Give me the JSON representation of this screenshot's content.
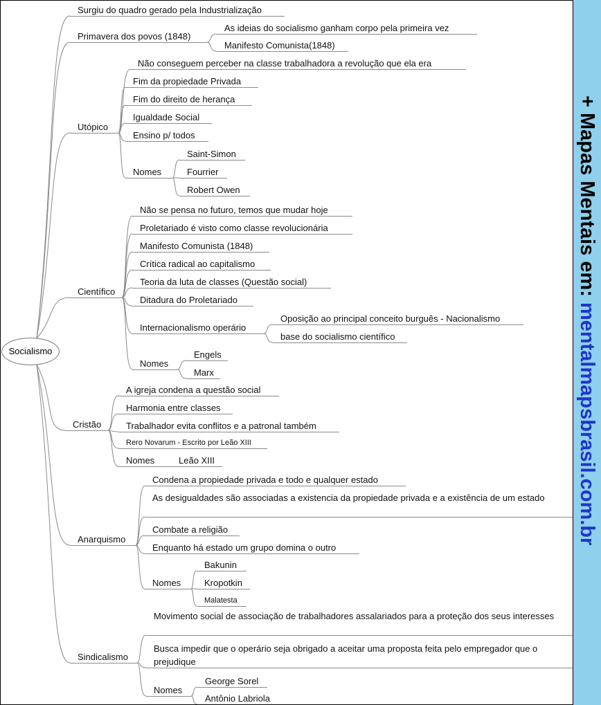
{
  "root": "Socialismo",
  "branches": {
    "surgiu": "Surgiu do quadro gerado pela Industrialização",
    "primavera": {
      "label": "Primavera dos povos (1848)",
      "items": [
        "As ideias do socialismo ganham corpo pela primeira vez",
        "Manifesto Comunista(1848)"
      ]
    },
    "utopico": {
      "label": "Utópico",
      "items": [
        "Não conseguem perceber na classe trabalhadora a revolução que ela era",
        "Fim da propiedade Privada",
        "Fim do direito de herança",
        "Igualdade Social",
        "Ensino p/ todos"
      ],
      "nomes": "Nomes",
      "names": [
        "Saint-Simon",
        "Fourrier",
        "Robert Owen"
      ]
    },
    "cientifico": {
      "label": "Científico",
      "items": [
        "Não se pensa no futuro, temos que mudar hoje",
        "Proletariado é visto como classe revolucionária",
        "Manifesto Comunista (1848)",
        "Crítica radical ao capitalismo",
        "Teoria da luta de classes (Questão social)",
        "Ditadura do Proletariado"
      ],
      "intern": "Internacionalismo operário",
      "intern_items": [
        "Oposição ao principal conceito burguês - Nacionalismo",
        "base do socialismo científico"
      ],
      "nomes": "Nomes",
      "names": [
        "Engels",
        "Marx"
      ]
    },
    "cristao": {
      "label": "Cristão",
      "items": [
        "A igreja condena a questão social",
        "Harmonia entre classes",
        "Trabalhador evita conflitos e a patronal também",
        "Rero Novarum - Escrito por Leão XIII"
      ],
      "nomes": "Nomes",
      "names": [
        "Leão XIII"
      ]
    },
    "anarquismo": {
      "label": "Anarquismo",
      "items": [
        "Condena a propiedade privada e todo e qualquer estado",
        "As desigualdades são associadas a existencia da propiedade privada e a existência de um estado",
        "Combate a religião",
        "Enquanto há estado um grupo domina o outro"
      ],
      "nomes": "Nomes",
      "names": [
        "Bakunin",
        "Kropotkin",
        "Malatesta"
      ]
    },
    "sindicalismo": {
      "label": "Sindicalismo",
      "items": [
        "Movimento social de associação de trabalhadores assalariados para a proteção dos seus interesses",
        "Busca impedir que o operário seja obrigado a aceitar uma proposta feita pelo empregador que o prejudique"
      ],
      "nomes": "Nomes",
      "names": [
        "George Sorel",
        "Antônio Labriola"
      ]
    }
  },
  "banner": {
    "prefix": "+ Mapas Mentais em: ",
    "site": "mentalmapsbrasil.com.br"
  }
}
